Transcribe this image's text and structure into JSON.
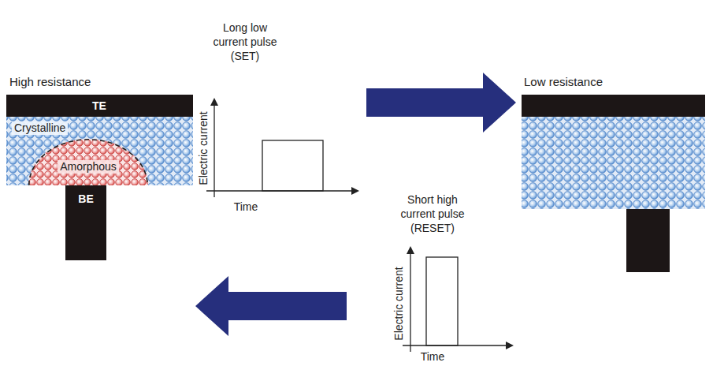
{
  "diagram": {
    "nodes": [
      {
        "text": [
          "High resistance"
        ]
      },
      {
        "text": [
          "TE"
        ],
        "in": 0
      },
      {
        "text": [
          "Crystalline"
        ],
        "in": 0
      },
      {
        "text": [
          "Amorphous"
        ],
        "in": 2
      },
      {
        "text": [
          "BE"
        ],
        "in": 0
      },
      {
        "text": [
          "Long low current pulse (SET)",
          "Electric current",
          "Time"
        ]
      },
      {
        "text": [
          "Low resistance"
        ]
      },
      {
        "text": [
          "Short high current pulse (RESET)",
          "Electric current",
          "Time"
        ]
      }
    ],
    "edges": [
      {
        "from": 5,
        "to": 6,
        "arrow": "to"
      },
      {
        "from": 7,
        "to": 0,
        "arrow": "to"
      }
    ]
  }
}
